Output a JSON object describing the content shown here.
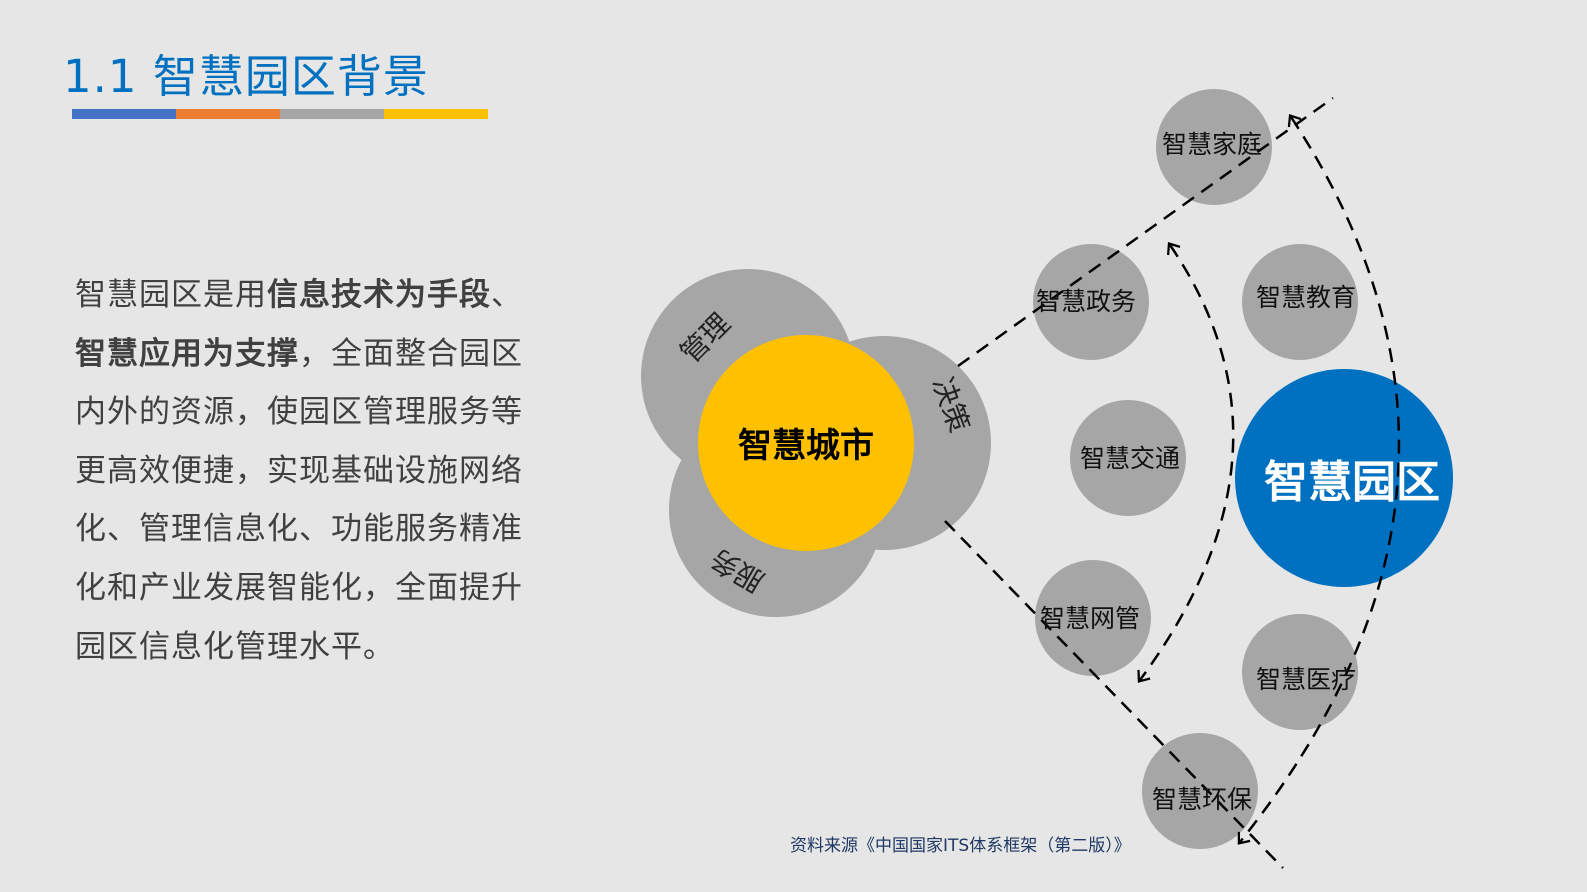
{
  "slide": {
    "title": "1.1 智慧园区背景",
    "title_color": "#0070c0",
    "underline_colors": [
      "#4472c4",
      "#ed7d31",
      "#a5a5a5",
      "#ffc000"
    ],
    "body": {
      "segments": [
        {
          "text": "智慧园区是用",
          "bold": false
        },
        {
          "text": "信息技术为手段",
          "bold": true
        },
        {
          "text": "、",
          "bold": false
        },
        {
          "text": "智慧应用为支撑",
          "bold": true
        },
        {
          "text": "，全面整合园区内外的资源，使园区管理服务等更高效便捷，实现基础设施网络化、管理信息化、功能服务精准化和产业发展智能化，全面提升园区信息化管理水平。",
          "bold": false
        }
      ]
    },
    "source": "资料来源《中国国家ITS体系框架（第二版）》"
  },
  "diagram": {
    "city": {
      "label": "智慧城市",
      "color": "#ffc000",
      "petals": [
        {
          "label": "管理",
          "color": "#a6a6a6"
        },
        {
          "label": "决策",
          "color": "#a6a6a6"
        },
        {
          "label": "服务",
          "color": "#a6a6a6"
        }
      ]
    },
    "park": {
      "label": "智慧园区",
      "color": "#0070c0"
    },
    "nodes": [
      {
        "label": "智慧家庭"
      },
      {
        "label": "智慧政务"
      },
      {
        "label": "智慧教育"
      },
      {
        "label": "智慧交通"
      },
      {
        "label": "智慧网管"
      },
      {
        "label": "智慧医疗"
      },
      {
        "label": "智慧环保"
      }
    ],
    "node_color": "#a6a6a6"
  }
}
